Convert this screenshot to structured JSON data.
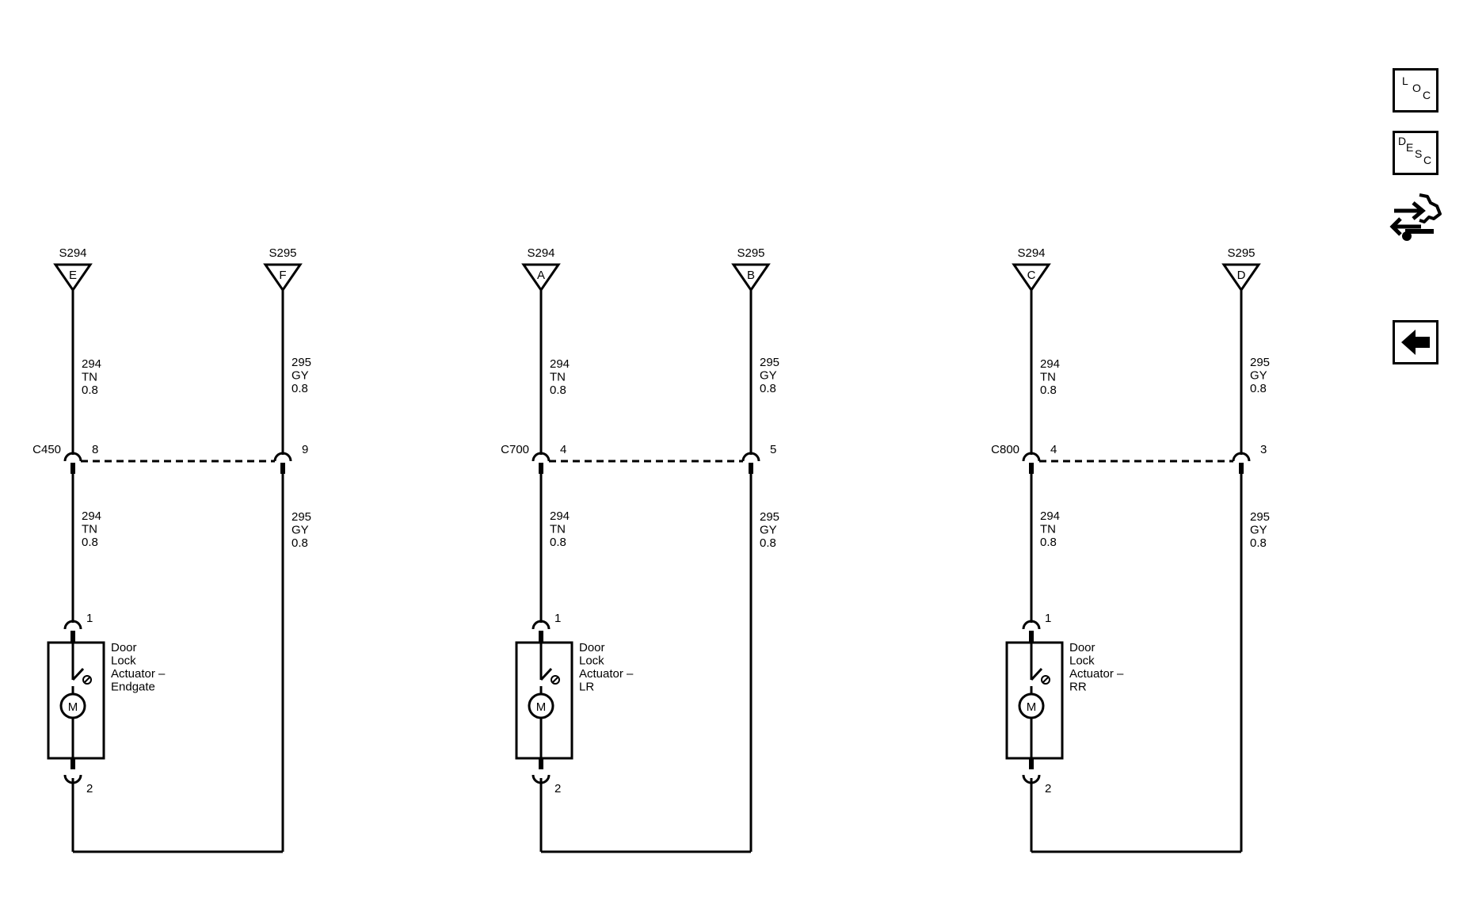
{
  "circuits": [
    {
      "splice_left": "S294",
      "splice_left_pin": "E",
      "splice_right": "S295",
      "splice_right_pin": "F",
      "wire_left_upper": [
        "294",
        "TN",
        "0.8"
      ],
      "wire_right_upper": [
        "295",
        "GY",
        "0.8"
      ],
      "connector": "C450",
      "connector_pin_left": "8",
      "connector_pin_right": "9",
      "wire_left_lower": [
        "294",
        "TN",
        "0.8"
      ],
      "wire_right_lower": [
        "295",
        "GY",
        "0.8"
      ],
      "component_pin_top": "1",
      "component_pin_bottom": "2",
      "motor_label": "M",
      "component_label": [
        "Door",
        "Lock",
        "Actuator –",
        "Endgate"
      ]
    },
    {
      "splice_left": "S294",
      "splice_left_pin": "A",
      "splice_right": "S295",
      "splice_right_pin": "B",
      "wire_left_upper": [
        "294",
        "TN",
        "0.8"
      ],
      "wire_right_upper": [
        "295",
        "GY",
        "0.8"
      ],
      "connector": "C700",
      "connector_pin_left": "4",
      "connector_pin_right": "5",
      "wire_left_lower": [
        "294",
        "TN",
        "0.8"
      ],
      "wire_right_lower": [
        "295",
        "GY",
        "0.8"
      ],
      "component_pin_top": "1",
      "component_pin_bottom": "2",
      "motor_label": "M",
      "component_label": [
        "Door",
        "Lock",
        "Actuator –",
        "LR"
      ]
    },
    {
      "splice_left": "S294",
      "splice_left_pin": "C",
      "splice_right": "S295",
      "splice_right_pin": "D",
      "wire_left_upper": [
        "294",
        "TN",
        "0.8"
      ],
      "wire_right_upper": [
        "295",
        "GY",
        "0.8"
      ],
      "connector": "C800",
      "connector_pin_left": "4",
      "connector_pin_right": "3",
      "wire_left_lower": [
        "294",
        "TN",
        "0.8"
      ],
      "wire_right_lower": [
        "295",
        "GY",
        "0.8"
      ],
      "component_pin_top": "1",
      "component_pin_bottom": "2",
      "motor_label": "M",
      "component_label": [
        "Door",
        "Lock",
        "Actuator –",
        "RR"
      ]
    }
  ],
  "sidebar": {
    "loc_letters": [
      "L",
      "O",
      "C"
    ],
    "desc_letters": [
      "D",
      "E",
      "S",
      "C"
    ],
    "connector_icon": "connector-views-icon",
    "back_icon": "left-arrow-icon"
  }
}
